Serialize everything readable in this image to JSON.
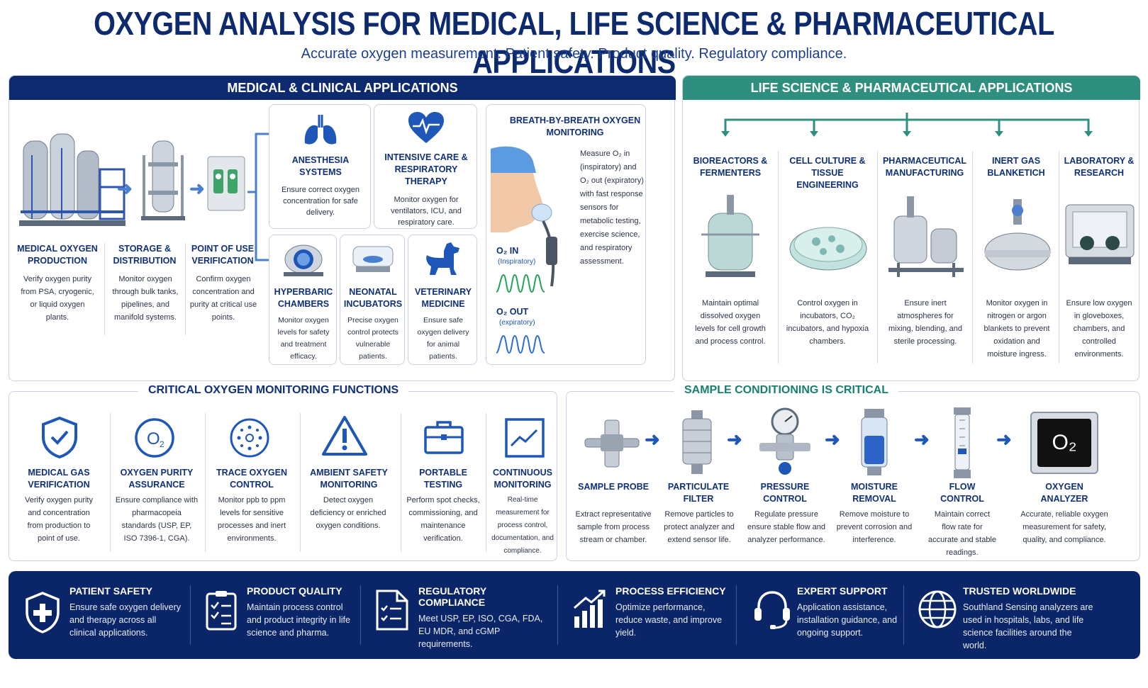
{
  "header": {
    "title": "OXYGEN ANALYSIS FOR MEDICAL, LIFE SCIENCE & PHARMACEUTICAL APPLICATIONS",
    "subtitle": "Accurate oxygen measurement. Patient safety. Product quality. Regulatory compliance."
  },
  "colors": {
    "navy": "#0c2a6d",
    "teal": "#2f8f7f",
    "accent_blue": "#4a7fd0"
  },
  "medical": {
    "heading": "MEDICAL & CLINICAL APPLICATIONS",
    "chain": [
      {
        "title": "MEDICAL OXYGEN PRODUCTION",
        "desc": "Verify oxygen purity from PSA, cryogenic, or liquid oxygen plants.",
        "icon": "oxygen-plant-icon"
      },
      {
        "title": "STORAGE & DISTRIBUTION",
        "desc": "Monitor oxygen through bulk tanks, pipelines, and manifold systems.",
        "icon": "storage-tank-icon"
      },
      {
        "title": "POINT OF USE VERIFICATION",
        "desc": "Confirm oxygen concentration and purity at critical use points.",
        "icon": "wall-outlet-icon"
      }
    ],
    "cards": [
      {
        "title": "ANESTHESIA SYSTEMS",
        "desc": "Ensure correct oxygen concentration for safe delivery.",
        "icon": "lungs-icon"
      },
      {
        "title": "INTENSIVE CARE & RESPIRATORY THERAPY",
        "desc": "Monitor oxygen for ventilators, ICU, and respiratory care.",
        "icon": "heart-pulse-icon"
      },
      {
        "title": "HYPERBARIC CHAMBERS",
        "desc": "Monitor oxygen levels for safety and treatment efficacy.",
        "icon": "hyperbaric-chamber-icon"
      },
      {
        "title": "NEONATAL INCUBATORS",
        "desc": "Precise oxygen control protects vulnerable patients.",
        "icon": "incubator-icon"
      },
      {
        "title": "VETERINARY MEDICINE",
        "desc": "Ensure safe oxygen delivery for animal patients.",
        "icon": "dog-icon"
      }
    ],
    "breath": {
      "title": "BREATH-BY-BREATH OXYGEN MONITORING",
      "desc": "Measure O₂ in (inspiratory) and O₂ out (expiratory) with fast response sensors for metabolic testing, exercise science, and respiratory assessment.",
      "o2_in": "O₂ IN",
      "o2_in_sub": "(Inspiratory)",
      "o2_out": "O₂ OUT",
      "o2_out_sub": "(expiratory)"
    }
  },
  "life": {
    "heading": "LIFE SCIENCE & PHARMACEUTICAL APPLICATIONS",
    "items": [
      {
        "title": "BIOREACTORS & FERMENTERS",
        "desc": "Maintain optimal dissolved oxygen levels for cell growth and process control.",
        "icon": "bioreactor-icon"
      },
      {
        "title": "CELL CULTURE & TISSUE ENGINEERING",
        "desc": "Control oxygen in incubators, CO₂ incubators, and hypoxia chambers.",
        "icon": "petri-dish-icon"
      },
      {
        "title": "PHARMACEUTICAL MANUFACTURING",
        "desc": "Ensure inert atmospheres for mixing, blending, and sterile processing.",
        "icon": "pharma-equipment-icon"
      },
      {
        "title": "INERT GAS BLANKETICH",
        "desc": "Monitor oxygen in nitrogen or argon blankets to prevent oxidation and moisture ingress.",
        "icon": "gas-vessel-icon"
      },
      {
        "title": "LABORATORY & RESEARCH",
        "desc": "Ensure low oxygen in gloveboxes, chambers, and controlled environments.",
        "icon": "glovebox-icon"
      }
    ]
  },
  "functions": {
    "heading": "CRITICAL OXYGEN MONITORING FUNCTIONS",
    "items": [
      {
        "title": "MEDICAL GAS VERIFICATION",
        "desc": "Verify oxygen purity and concentration from production to point of use.",
        "icon": "shield-check-icon"
      },
      {
        "title": "OXYGEN PURITY ASSURANCE",
        "desc": "Ensure compliance with pharmacopeia standards (USP, EP, ISO 7396-1, CGA).",
        "icon": "o2-circle-icon"
      },
      {
        "title": "TRACE OXYGEN CONTROL",
        "desc": "Monitor ppb to ppm levels for sensitive processes and inert environments.",
        "icon": "trace-dots-icon"
      },
      {
        "title": "AMBIENT SAFETY MONITORING",
        "desc": "Detect oxygen deficiency or enriched oxygen conditions.",
        "icon": "warning-icon"
      },
      {
        "title": "PORTABLE TESTING",
        "desc": "Perform spot checks, commissioning, and maintenance verification.",
        "icon": "briefcase-icon"
      },
      {
        "title": "CONTINUOUS MONITORING",
        "desc": "Real-time measurement for process control, documentation, and compliance.",
        "icon": "trend-monitor-icon"
      }
    ]
  },
  "sample": {
    "heading": "SAMPLE CONDITIONING IS CRITICAL",
    "items": [
      {
        "title": "SAMPLE PROBE",
        "desc": "Extract representative sample from process stream or chamber.",
        "icon": "probe-icon"
      },
      {
        "title": "PARTICULATE FILTER",
        "desc": "Remove particles to protect analyzer and extend sensor life.",
        "icon": "filter-icon"
      },
      {
        "title": "PRESSURE CONTROL",
        "desc": "Regulate pressure ensure stable flow and analyzer performance.",
        "icon": "regulator-icon"
      },
      {
        "title": "MOISTURE REMOVAL",
        "desc": "Remove moisture to prevent corrosion and interference.",
        "icon": "desiccant-icon"
      },
      {
        "title": "FLOW CONTROL",
        "desc": "Maintain correct flow rate for accurate and stable readings.",
        "icon": "flowmeter-icon"
      },
      {
        "title": "OXYGEN ANALYZER",
        "desc": "Accurate, reliable oxygen measurement for safety, quality, and compliance.",
        "icon": "analyzer-icon",
        "display": "O₂"
      }
    ]
  },
  "footer": [
    {
      "title": "PATIENT SAFETY",
      "desc": "Ensure safe oxygen delivery and therapy across all clinical applications.",
      "icon": "shield-cross-icon"
    },
    {
      "title": "PRODUCT QUALITY",
      "desc": "Maintain process control and product integrity in life science and pharma.",
      "icon": "checklist-icon"
    },
    {
      "title": "REGULATORY COMPLIANCE",
      "desc": "Meet USP, EP, ISO, CGA, FDA, EU MDR, and cGMP requirements.",
      "icon": "document-icon"
    },
    {
      "title": "PROCESS EFFICIENCY",
      "desc": "Optimize performance, reduce waste, and improve yield.",
      "icon": "bar-chart-icon"
    },
    {
      "title": "EXPERT SUPPORT",
      "desc": "Application assistance, installation guidance, and ongoing support.",
      "icon": "headset-icon"
    },
    {
      "title": "TRUSTED WORLDWIDE",
      "desc": "Southland Sensing analyzers are used in hospitals, labs, and life science facilities around the world.",
      "icon": "globe-icon"
    }
  ]
}
